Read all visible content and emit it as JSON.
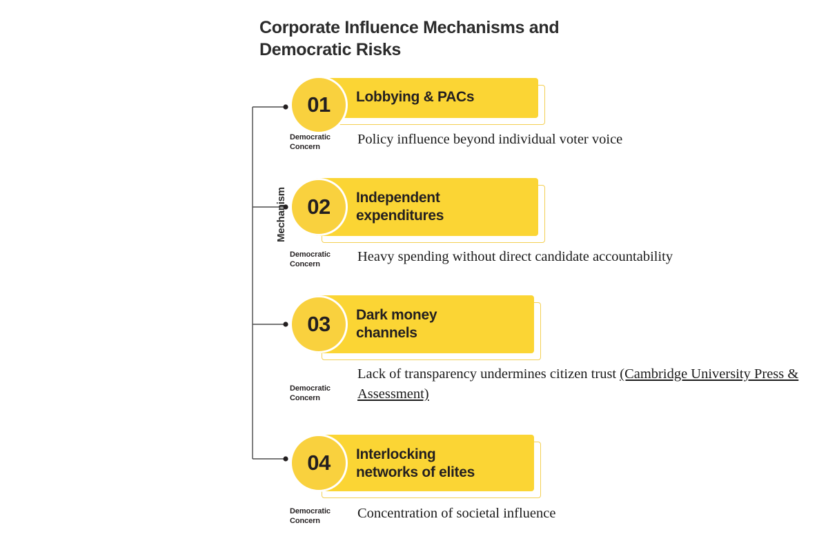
{
  "title": "Corporate Influence Mechanisms\nand Democratic Risks",
  "axis": {
    "label": "Mechanism"
  },
  "colors": {
    "circle": "#F9D13E",
    "bar": "#FBD534",
    "outline": "#F3CF52",
    "text": "#231F20",
    "background": "#FFFFFF"
  },
  "concern_label": "Democratic\nConcern",
  "items": [
    {
      "number": "01",
      "title": "Lobbying & PACs",
      "concern_label": "Democratic\nConcern",
      "description": "Policy influence beyond individual voter voice",
      "citation": ""
    },
    {
      "number": "02",
      "title": "Independent\nexpenditures",
      "concern_label": "Democratic\nConcern",
      "description": "Heavy spending without direct candidate accountability",
      "citation": ""
    },
    {
      "number": "03",
      "title": "Dark money\nchannels",
      "concern_label": "Democratic\nConcern",
      "description": "Lack of transparency undermines citizen trust ",
      "citation": "(Cambridge University Press & Assessment)"
    },
    {
      "number": "04",
      "title": "Interlocking\nnetworks of elites",
      "concern_label": "Democratic\nConcern",
      "description": "Concentration of societal influence",
      "citation": ""
    }
  ]
}
